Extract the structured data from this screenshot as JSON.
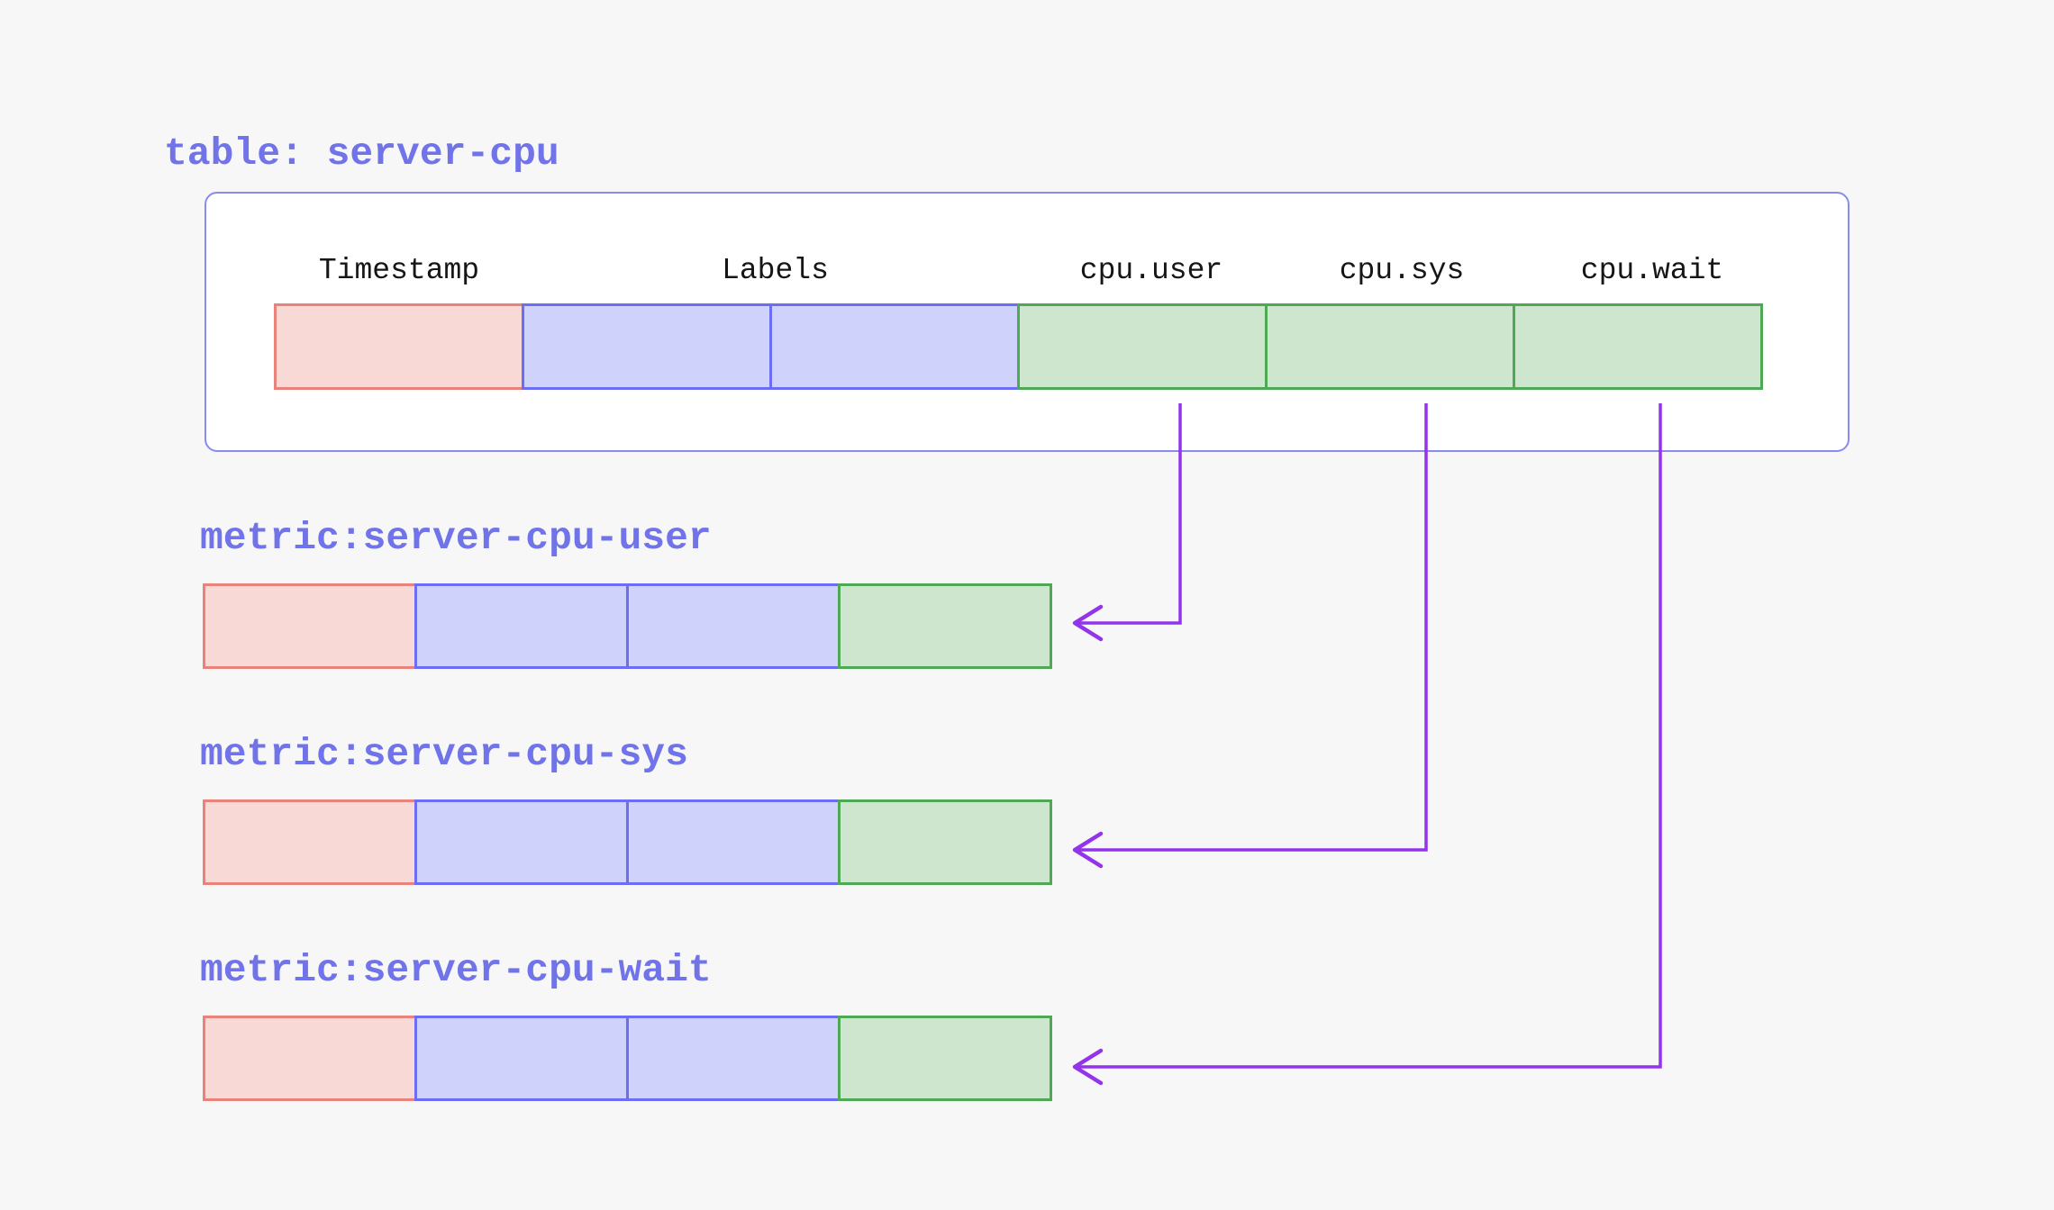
{
  "title": "table: server-cpu",
  "table": {
    "name": "server-cpu",
    "columns": [
      {
        "label": "Timestamp",
        "kind": "timestamp"
      },
      {
        "label": "Labels",
        "kind": "labels"
      },
      {
        "label": "cpu.user",
        "kind": "field"
      },
      {
        "label": "cpu.sys",
        "kind": "field"
      },
      {
        "label": "cpu.wait",
        "kind": "field"
      }
    ],
    "row_cells": [
      "timestamp",
      "label",
      "label",
      "field",
      "field",
      "field"
    ]
  },
  "metrics": [
    {
      "label": "metric:server-cpu-user",
      "source_column": "cpu.user",
      "row_cells": [
        "timestamp",
        "label",
        "label",
        "value"
      ]
    },
    {
      "label": "metric:server-cpu-sys",
      "source_column": "cpu.sys",
      "row_cells": [
        "timestamp",
        "label",
        "label",
        "value"
      ]
    },
    {
      "label": "metric:server-cpu-wait",
      "source_column": "cpu.wait",
      "row_cells": [
        "timestamp",
        "label",
        "label",
        "value"
      ]
    }
  ],
  "connections": [
    {
      "from": "cpu.user",
      "to": "metric:server-cpu-user"
    },
    {
      "from": "cpu.sys",
      "to": "metric:server-cpu-sys"
    },
    {
      "from": "cpu.wait",
      "to": "metric:server-cpu-wait"
    }
  ],
  "colors": {
    "bg": "#f7f7f8",
    "panel_bg": "#ffffff",
    "panel_border": "#898bf0",
    "accent_text": "#7173e8",
    "header_text": "#161616",
    "timestamp_fill": "#f8d9d6",
    "timestamp_border": "#e8827a",
    "label_fill": "#cfd2fa",
    "label_border": "#6b6ef2",
    "field_fill": "#cee6ce",
    "field_border": "#4fa854",
    "arrow_color": "#9333ea"
  }
}
